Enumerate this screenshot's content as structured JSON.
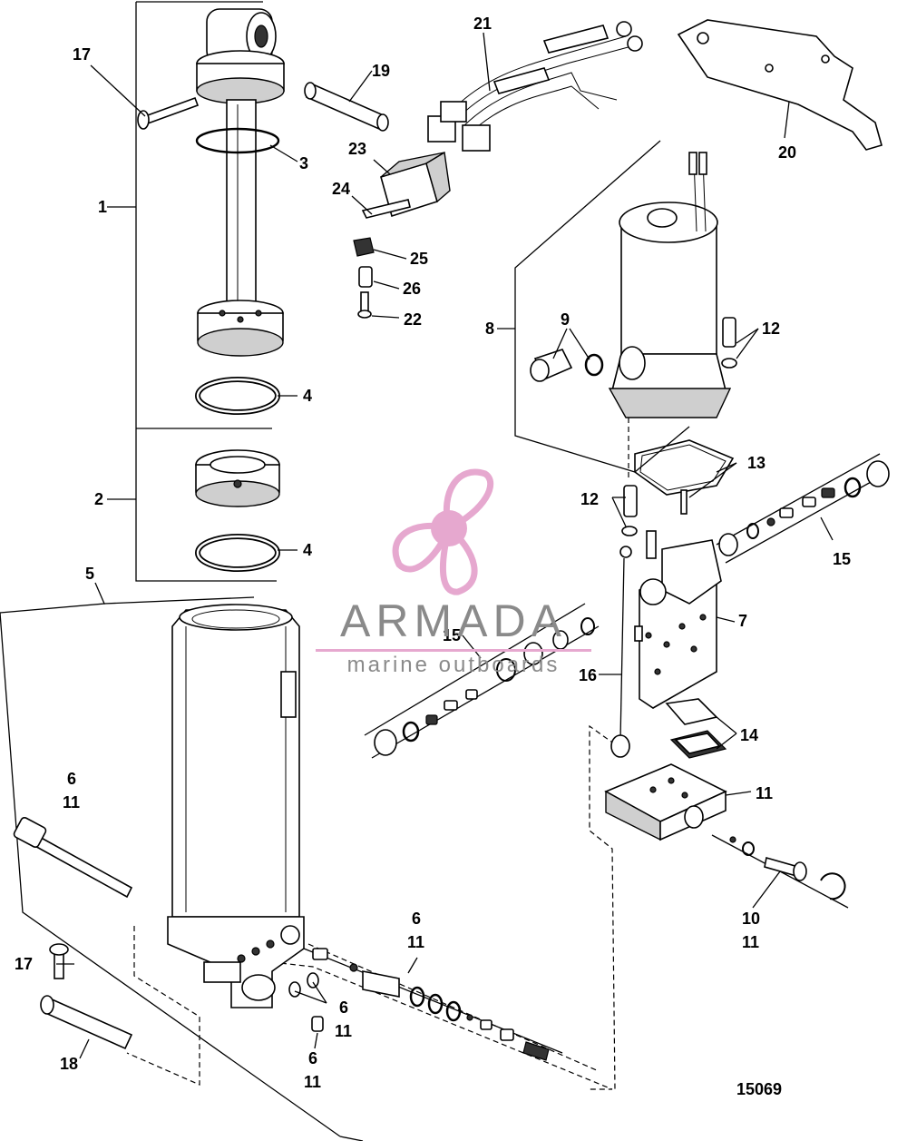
{
  "figure_number": "15069",
  "watermark": {
    "brand": "ARMADA",
    "tagline": "marine outboards",
    "accent_color": "#e6a8cf",
    "text_color": "#8a8a8a"
  },
  "callouts": {
    "c1": "1",
    "c2": "2",
    "c3": "3",
    "c4a": "4",
    "c4b": "4",
    "c5": "5",
    "c6a": "6",
    "c11a": "11",
    "c6b": "6",
    "c11b": "11",
    "c6c": "6",
    "c11c": "11",
    "c6d": "6",
    "c11d": "11",
    "c7": "7",
    "c8": "8",
    "c9": "9",
    "c10": "10",
    "c11e": "11",
    "c11f": "11",
    "c12a": "12",
    "c12b": "12",
    "c13": "13",
    "c14": "14",
    "c15a": "15",
    "c15b": "15",
    "c16": "16",
    "c17a": "17",
    "c17b": "17",
    "c18": "18",
    "c19": "19",
    "c20": "20",
    "c21": "21",
    "c22": "22",
    "c23": "23",
    "c24": "24",
    "c25": "25",
    "c26": "26"
  }
}
